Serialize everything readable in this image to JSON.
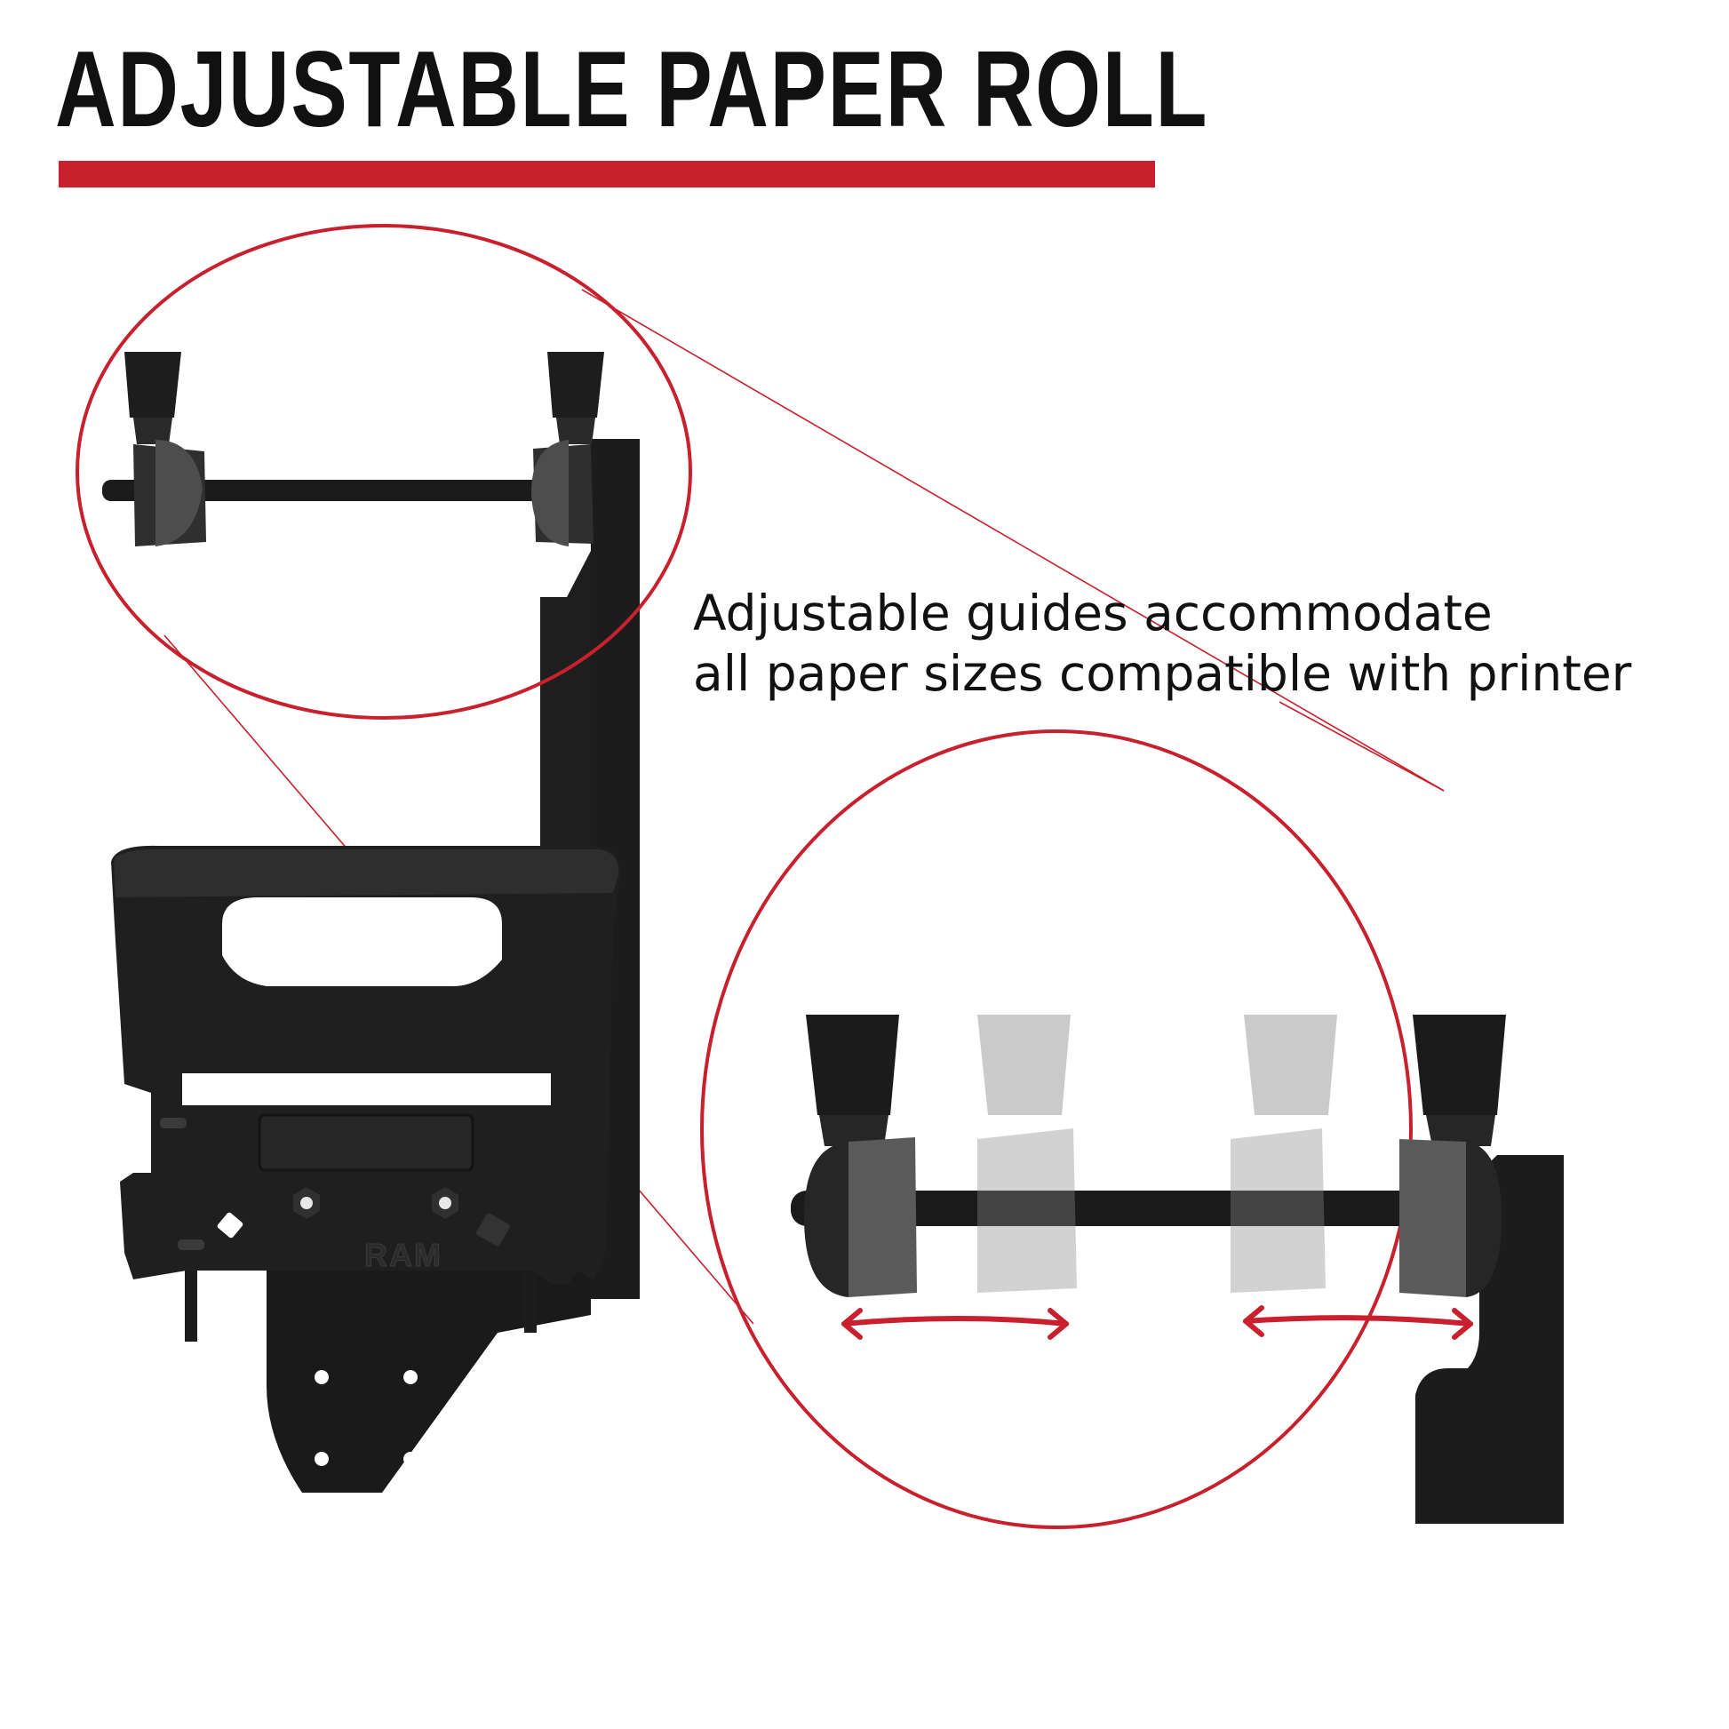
{
  "header": {
    "title": "ADJUSTABLE PAPER ROLL"
  },
  "callout": {
    "line1": "Adjustable guides accommodate",
    "line2": "all paper sizes compatible with printer"
  },
  "product": {
    "logo_text": "RAM"
  },
  "colors": {
    "accent_red": "#c8202c",
    "product_black": "#1b1b1b",
    "background": "#ffffff",
    "text": "#111111"
  },
  "icons": [
    "double-arrow-left-icon",
    "double-arrow-right-icon"
  ]
}
